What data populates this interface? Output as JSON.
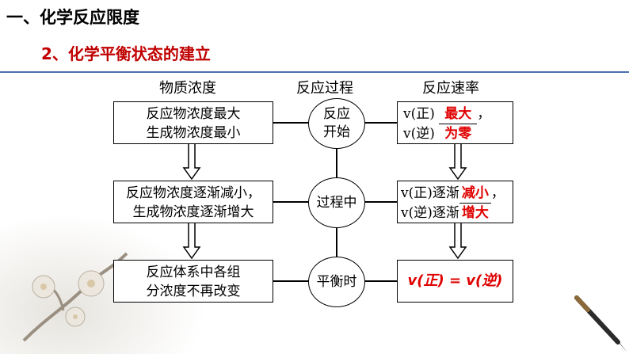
{
  "heading": "一、化学反应限度",
  "subheading": "2、化学平衡状态的建立",
  "columns": {
    "concentration": "物质浓度",
    "process": "反应过程",
    "rate": "反应速率"
  },
  "stages": [
    {
      "concentration_line1": "反应物浓度最大",
      "concentration_line2": "生成物浓度最小",
      "process_line1": "反应",
      "process_line2": "开始",
      "rate_prefix1": "v(正)",
      "rate_answer1": "最大",
      "rate_suffix1": "，",
      "rate_prefix2": "v(逆)",
      "rate_answer2": "为零"
    },
    {
      "concentration_line1": "反应物浓度逐渐减小，",
      "concentration_line2": "生成物浓度逐渐增大",
      "process_line1": "过程中",
      "rate_prefix1": "v(正)逐渐",
      "rate_answer1": "减小",
      "rate_suffix1": "，",
      "rate_prefix2": "v(逆)逐渐",
      "rate_answer2": "增大"
    },
    {
      "concentration_line1": "反应体系中各组",
      "concentration_line2": "分浓度不再改变",
      "process_line1": "平衡时",
      "rate_equation": "v(正) = v(逆)"
    }
  ],
  "colors": {
    "answer": "#e00000",
    "subheading": "#c00000",
    "rule": "#4a6fb0"
  },
  "icons": [
    "arrow-down-icon",
    "plum-blossom-decoration",
    "calligraphy-brush-decoration"
  ]
}
